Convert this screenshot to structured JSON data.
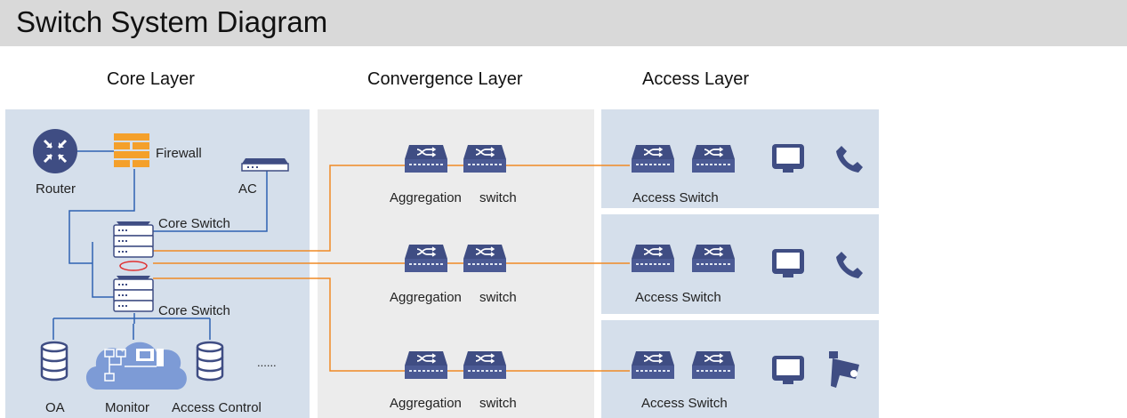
{
  "title": "Switch System Diagram",
  "layers": {
    "core": "Core Layer",
    "convergence": "Convergence Layer",
    "access": "Access Layer"
  },
  "core": {
    "router": "Router",
    "firewall": "Firewall",
    "ac": "AC",
    "core_switch_top": "Core Switch",
    "core_switch_bottom": "Core Switch",
    "oa": "OA",
    "monitor": "Monitor",
    "access_control": "Access Control",
    "more": "......"
  },
  "convergence": {
    "rows": [
      {
        "label_a": "Aggregation",
        "label_b": "switch"
      },
      {
        "label_a": "Aggregation",
        "label_b": "switch"
      },
      {
        "label_a": "Aggregation",
        "label_b": "switch"
      }
    ]
  },
  "access": {
    "rows": [
      {
        "label": "Access Switch"
      },
      {
        "label": "Access Switch"
      },
      {
        "label": "Access Switch"
      }
    ]
  },
  "colors": {
    "panel": "#d5dfeb",
    "panel_gray": "#ececec",
    "device": "#3f4d83",
    "link_orange": "#f08a24",
    "link_blue": "#2f62b2",
    "firewall": "#f4a02b",
    "stack_ring": "#e03030"
  },
  "icons": [
    "router-icon",
    "firewall-icon",
    "ac-device-icon",
    "core-switch-icon",
    "database-icon",
    "network-cloud-icon",
    "switch-icon",
    "monitor-icon",
    "phone-icon",
    "camera-icon"
  ]
}
